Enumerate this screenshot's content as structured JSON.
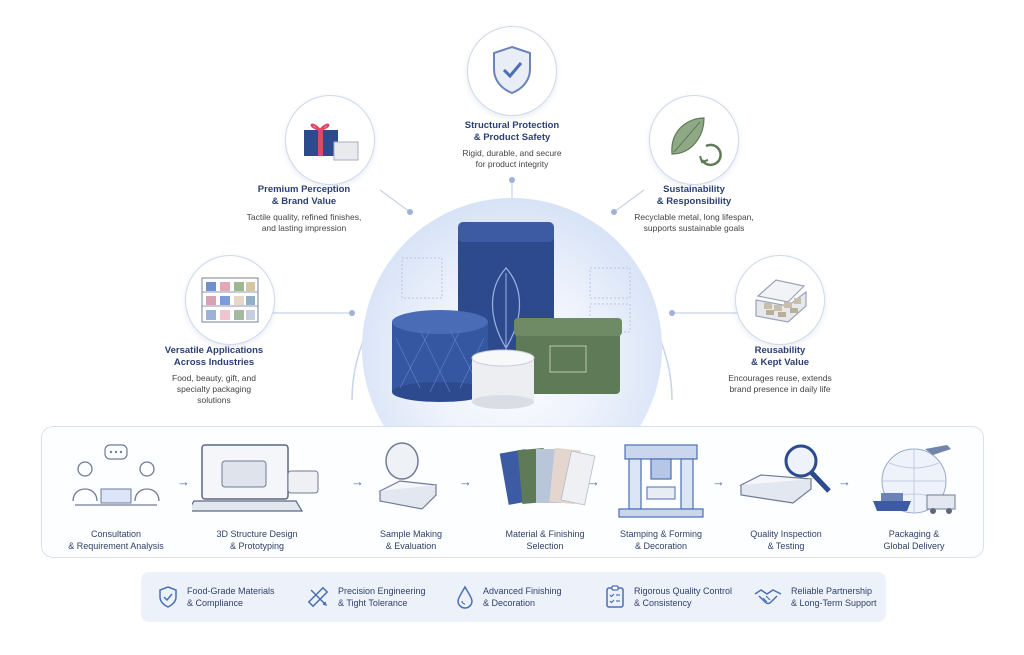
{
  "benefits": {
    "structural": {
      "title_line1": "Structural Protection",
      "title_line2": "& Product Safety",
      "desc_line1": "Rigid, durable, and secure",
      "desc_line2": "for product integrity",
      "icon": "shield-check-icon"
    },
    "premium": {
      "title_line1": "Premium Perception",
      "title_line2": "& Brand Value",
      "desc_line1": "Tactile quality, refined finishes,",
      "desc_line2": "and lasting impression",
      "icon": "gift-box-icon"
    },
    "sustainability": {
      "title_line1": "Sustainability",
      "title_line2": "& Responsibility",
      "desc_line1": "Recyclable metal, long lifespan,",
      "desc_line2": "supports sustainable goals",
      "icon": "leaf-recycle-icon"
    },
    "versatile": {
      "title_line1": "Versatile Applications",
      "title_line2": "Across Industries",
      "desc_line1": "Food, beauty, gift, and",
      "desc_line2": "specialty packaging",
      "desc_line3": "solutions",
      "icon": "shelf-icon"
    },
    "reusability": {
      "title_line1": "Reusability",
      "title_line2": "& Kept Value",
      "desc_line1": "Encourages reuse, extends",
      "desc_line2": "brand presence in daily life",
      "icon": "open-tin-icon"
    }
  },
  "process_steps": [
    {
      "line1": "Consultation",
      "line2": "& Requirement Analysis",
      "icon": "consultation-icon"
    },
    {
      "line1": "3D Structure Design",
      "line2": "& Prototyping",
      "icon": "laptop-icon"
    },
    {
      "line1": "Sample Making",
      "line2": "& Evaluation",
      "icon": "sample-tin-icon"
    },
    {
      "line1": "Material & Finishing",
      "line2": "Selection",
      "icon": "swatches-icon"
    },
    {
      "line1": "Stamping & Forming",
      "line2": "& Decoration",
      "icon": "press-machine-icon"
    },
    {
      "line1": "Quality Inspection",
      "line2": "& Testing",
      "icon": "magnifier-icon"
    },
    {
      "line1": "Packaging &",
      "line2": "Global Delivery",
      "icon": "globe-shipping-icon"
    }
  ],
  "arrow_glyph": "→",
  "capabilities": [
    {
      "line1": "Food-Grade Materials",
      "line2": "& Compliance",
      "icon": "shield-check-icon"
    },
    {
      "line1": "Precision Engineering",
      "line2": "& Tight Tolerance",
      "icon": "ruler-pencil-icon"
    },
    {
      "line1": "Advanced Finishing",
      "line2": "& Decoration",
      "icon": "droplet-icon"
    },
    {
      "line1": "Rigorous Quality Control",
      "line2": "& Consistency",
      "icon": "checklist-icon"
    },
    {
      "line1": "Reliable Partnership",
      "line2": "& Long-Term Support",
      "icon": "handshake-icon"
    }
  ],
  "colors": {
    "navy_tin": "#2e4a8f",
    "green_tin": "#5f7a56",
    "accent_blue": "#4a6fb3",
    "label_navy": "#2c3f73"
  }
}
